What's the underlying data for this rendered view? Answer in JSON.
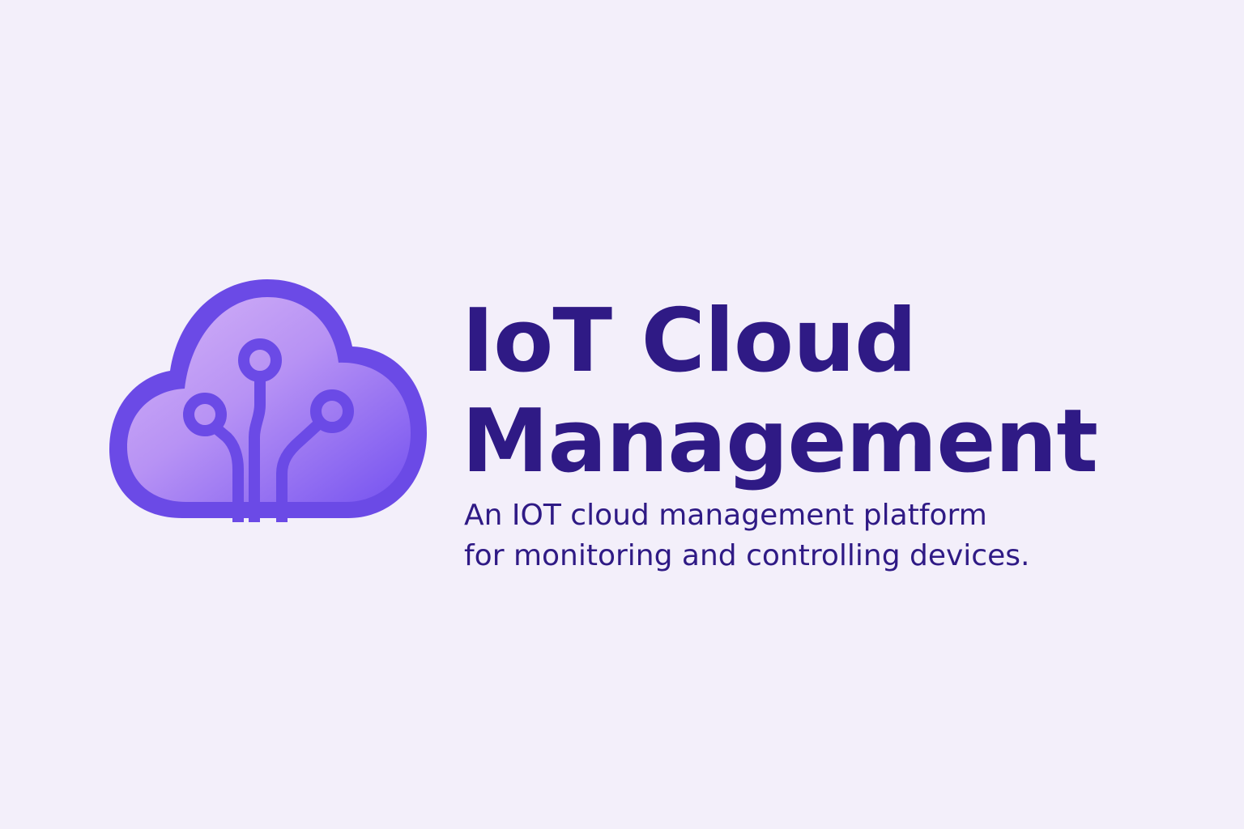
{
  "logo": {
    "icon": "cloud-circuit-icon",
    "colors": {
      "outline": "#6b4ae6",
      "fill_light": "#c9a7f5",
      "fill_dark": "#7b5cf2",
      "circuit": "#6b4ae6"
    }
  },
  "title": {
    "line1": "IoT Cloud",
    "line2": "Management"
  },
  "tagline": {
    "line1": "An IOT cloud management platform",
    "line2": "for monitoring and controlling devices."
  },
  "colors": {
    "background": "#f3effa",
    "text": "#2f1a85"
  }
}
